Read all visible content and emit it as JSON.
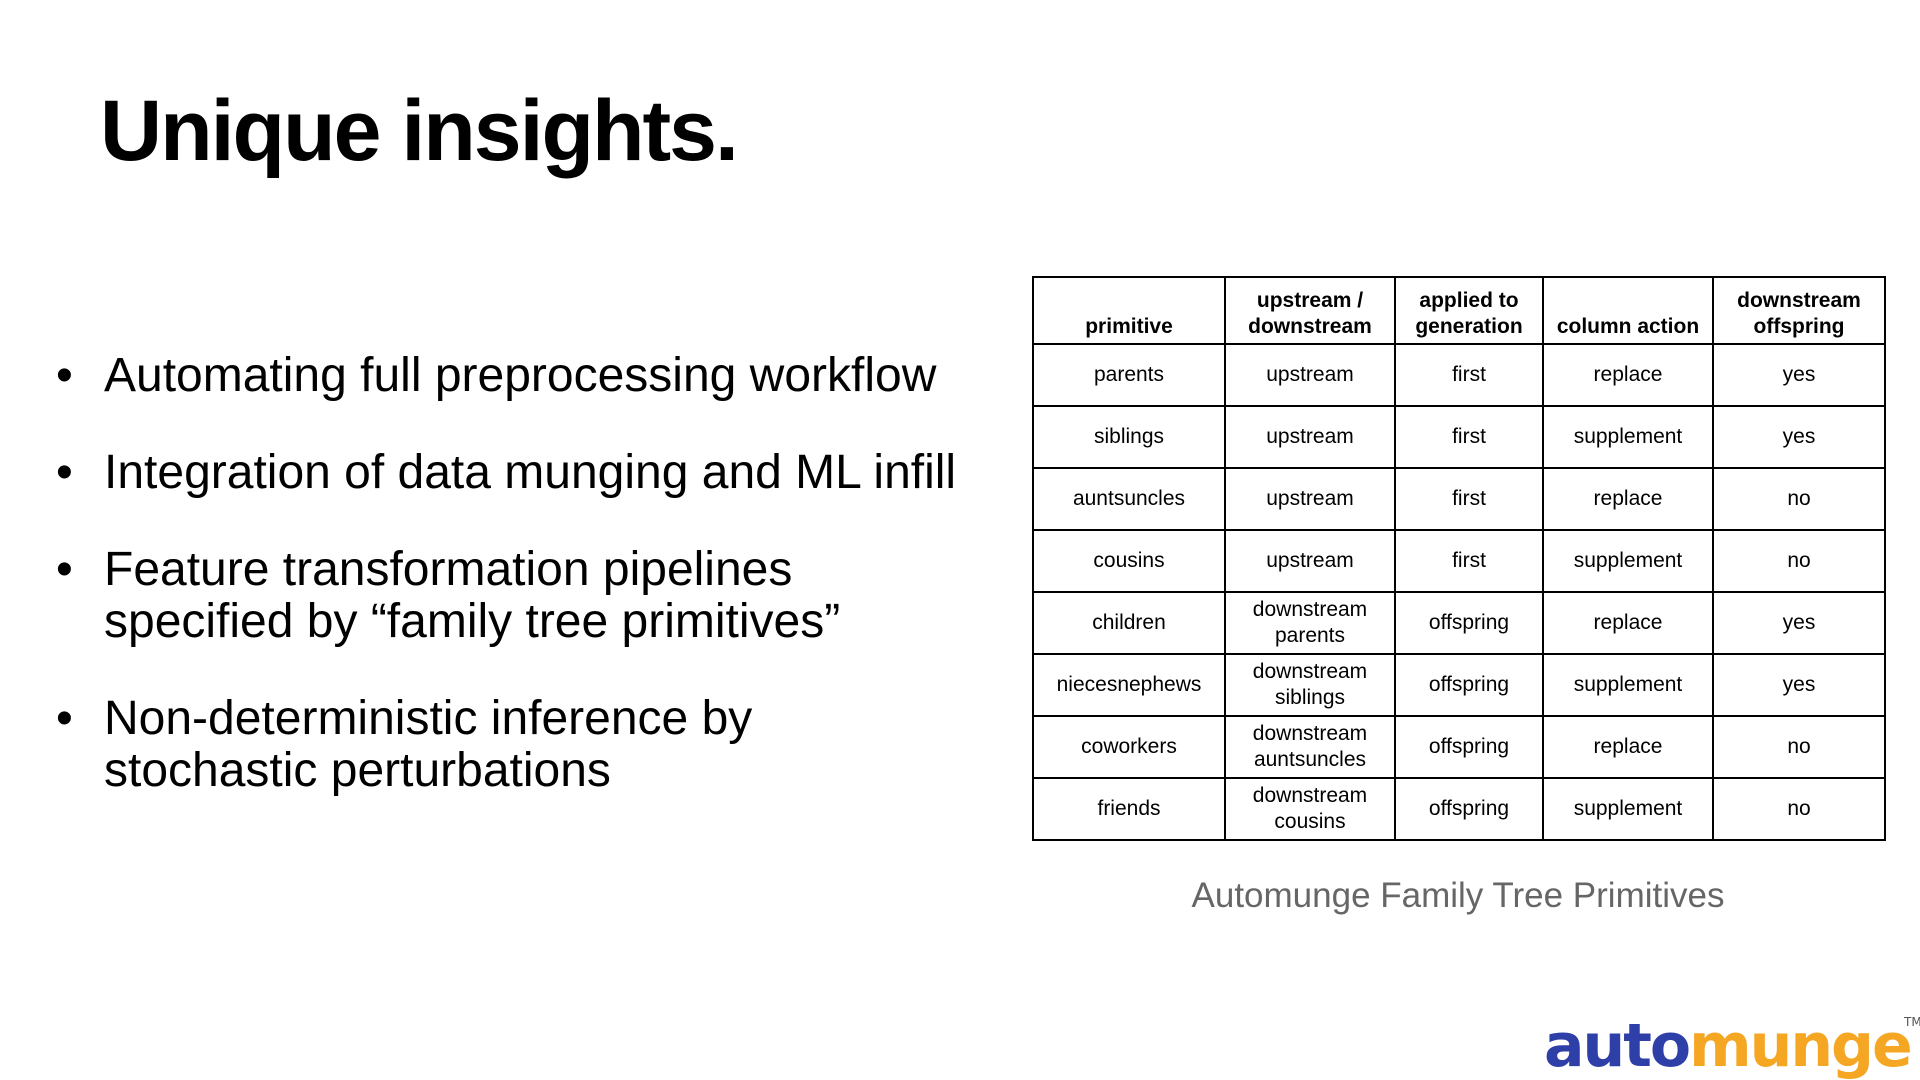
{
  "slide": {
    "title": "Unique insights.",
    "bullet_symbol": "•",
    "bullets": [
      {
        "lines": [
          "Automating full preprocessing workflow"
        ]
      },
      {
        "lines": [
          "Integration of data munging and ML infill"
        ]
      },
      {
        "lines": [
          "Feature transformation pipelines",
          "specified by “family tree primitives”"
        ]
      },
      {
        "lines": [
          "Non-deterministic inference by",
          "stochastic perturbations"
        ]
      }
    ]
  },
  "table": {
    "headers": [
      [
        "primitive"
      ],
      [
        "upstream /",
        "downstream"
      ],
      [
        "applied to",
        "generation"
      ],
      [
        "column action"
      ],
      [
        "downstream",
        "offspring"
      ]
    ],
    "rows": [
      [
        [
          "parents"
        ],
        [
          "upstream"
        ],
        [
          "first"
        ],
        [
          "replace"
        ],
        [
          "yes"
        ]
      ],
      [
        [
          "siblings"
        ],
        [
          "upstream"
        ],
        [
          "first"
        ],
        [
          "supplement"
        ],
        [
          "yes"
        ]
      ],
      [
        [
          "auntsuncles"
        ],
        [
          "upstream"
        ],
        [
          "first"
        ],
        [
          "replace"
        ],
        [
          "no"
        ]
      ],
      [
        [
          "cousins"
        ],
        [
          "upstream"
        ],
        [
          "first"
        ],
        [
          "supplement"
        ],
        [
          "no"
        ]
      ],
      [
        [
          "children"
        ],
        [
          "downstream",
          "parents"
        ],
        [
          "offspring"
        ],
        [
          "replace"
        ],
        [
          "yes"
        ]
      ],
      [
        [
          "niecesnephews"
        ],
        [
          "downstream",
          "siblings"
        ],
        [
          "offspring"
        ],
        [
          "supplement"
        ],
        [
          "yes"
        ]
      ],
      [
        [
          "coworkers"
        ],
        [
          "downstream",
          "auntsuncles"
        ],
        [
          "offspring"
        ],
        [
          "replace"
        ],
        [
          "no"
        ]
      ],
      [
        [
          "friends"
        ],
        [
          "downstream",
          "cousins"
        ],
        [
          "offspring"
        ],
        [
          "supplement"
        ],
        [
          "no"
        ]
      ]
    ],
    "caption": "Automunge Family Tree Primitives"
  },
  "logo": {
    "part1": "auto",
    "part2": "munge",
    "trademark": "TM",
    "color1": "#2f3fa8",
    "color2": "#f5a623"
  }
}
